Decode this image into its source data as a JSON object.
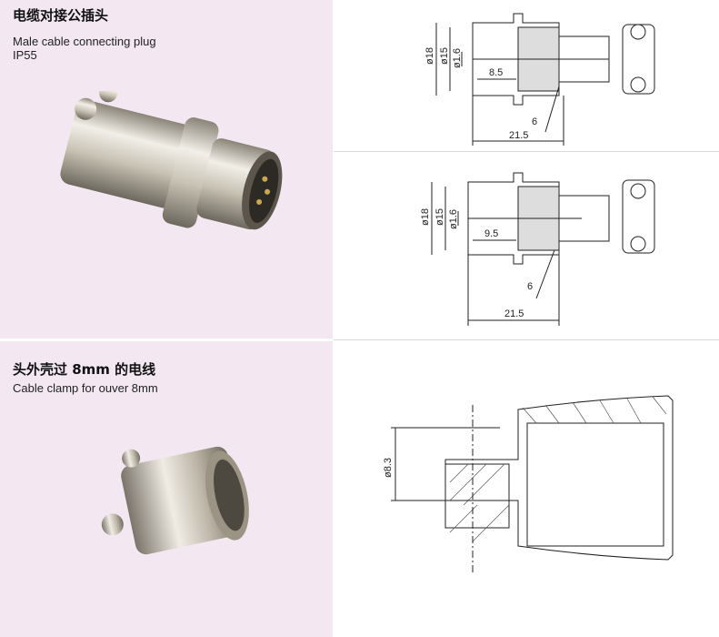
{
  "sections": [
    {
      "title_cn": "电缆对接公插头",
      "title_en": "Male cable connecting plug",
      "rating": "IP55",
      "drawings": [
        {
          "d1": "ø18",
          "d2": "ø15",
          "d3": "ø1.6",
          "depth": "8.5",
          "pin": "6",
          "length": "21.5"
        },
        {
          "d1": "ø18",
          "d2": "ø15",
          "d3": "ø1.6",
          "depth": "9.5",
          "pin": "6",
          "length": "21.5"
        }
      ]
    },
    {
      "title_cn": "头外壳过 8mm 的电线",
      "title_en": "Cable clamp for ouver 8mm",
      "drawings": [
        {
          "d1": "ø8.3"
        }
      ]
    }
  ],
  "colors": {
    "panel": "#f3e8f2",
    "divider": "#d8d8d8"
  }
}
